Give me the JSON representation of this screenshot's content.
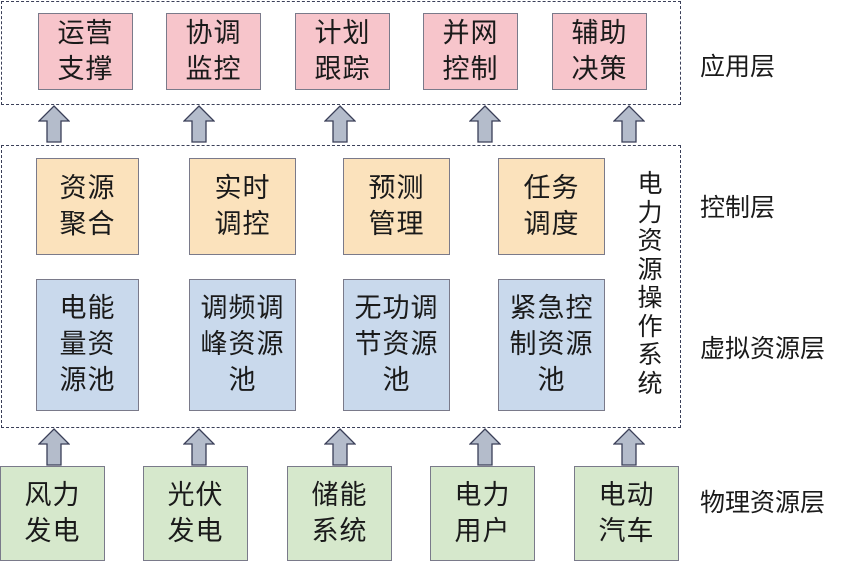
{
  "layers": {
    "application": {
      "label": "应用层",
      "boxes": [
        "运营\n支撑",
        "协调\n监控",
        "计划\n跟踪",
        "并网\n控制",
        "辅助\n决策"
      ]
    },
    "control": {
      "label": "控制层",
      "boxes": [
        "资源\n聚合",
        "实时\n调控",
        "预测\n管理",
        "任务\n调度"
      ]
    },
    "virtual_resource": {
      "label": "虚拟资源层",
      "boxes": [
        "电能\n量资\n源池",
        "调频调\n峰资源\n池",
        "无功调\n节资源\n池",
        "紧急控\n制资源\n池"
      ]
    },
    "physical": {
      "label": "物理资源层",
      "boxes": [
        "风力\n发电",
        "光伏\n发电",
        "储能\n系统",
        "电力\n用户",
        "电动\n汽车"
      ]
    }
  },
  "operating_system_label": "电力资源操作系统",
  "colors": {
    "application_fill": "#f7c5cb",
    "control_fill": "#fbe2bc",
    "virtual_fill": "#c9d9ec",
    "physical_fill": "#d6e8cc",
    "arrow_fill": "#b4bccb",
    "border": "#3a3f58"
  }
}
